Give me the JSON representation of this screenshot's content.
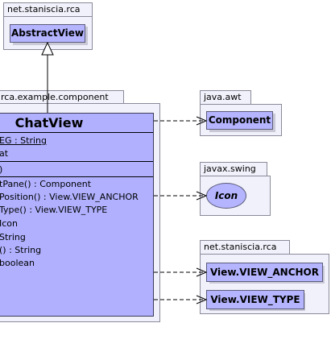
{
  "packages": {
    "staniscia_top": {
      "label": "net.staniscia.rca"
    },
    "main": {
      "label": "rca.example.component"
    },
    "java_awt": {
      "label": "java.awt"
    },
    "javax_swing": {
      "label": "javax.swing"
    },
    "staniscia_right": {
      "label": "net.staniscia.rca"
    }
  },
  "classes": {
    "abstract_view": "AbstractView",
    "component": "Component",
    "icon": "Icon",
    "view_anchor": "View.VIEW_ANCHOR",
    "view_type": "View.VIEW_TYPE"
  },
  "chat_view": {
    "name": "ChatView",
    "attributes": [
      "EG : String",
      "at"
    ],
    "constructors": [
      ")"
    ],
    "methods": [
      "tPane() : Component",
      "Position() : View.VIEW_ANCHOR",
      "Type() : View.VIEW_TYPE",
      "Icon",
      "String",
      "() : String",
      "boolean"
    ]
  },
  "colors": {
    "class_fill": "#b0b0ff",
    "package_fill": "#f1f1fb",
    "line": "#000000"
  }
}
